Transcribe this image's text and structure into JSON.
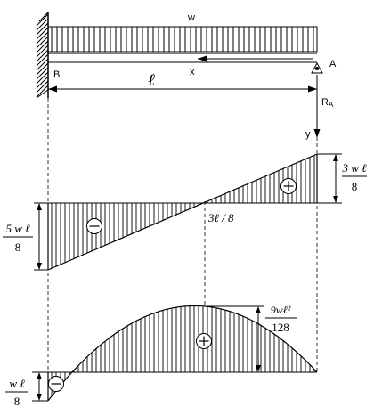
{
  "beam": {
    "load_label": "w",
    "support_left": "B",
    "support_right": "A",
    "x_axis": "x",
    "span": "ℓ",
    "reaction": "R",
    "reaction_sub": "A",
    "y_axis": "y"
  },
  "shear": {
    "pos_value_num": "3 w ℓ",
    "pos_value_den": "8",
    "neg_value_num": "5 w ℓ",
    "neg_value_den": "8",
    "zero_location": "3ℓ / 8",
    "pos_sign": "+",
    "neg_sign": "−"
  },
  "moment": {
    "max_value_num": "9wℓ²",
    "max_value_den": "128",
    "end_value_num": "w ℓ",
    "end_value_den": "8",
    "pos_sign": "+",
    "neg_sign": "−"
  },
  "colors": {
    "ink": "#000000",
    "background": "#ffffff"
  }
}
